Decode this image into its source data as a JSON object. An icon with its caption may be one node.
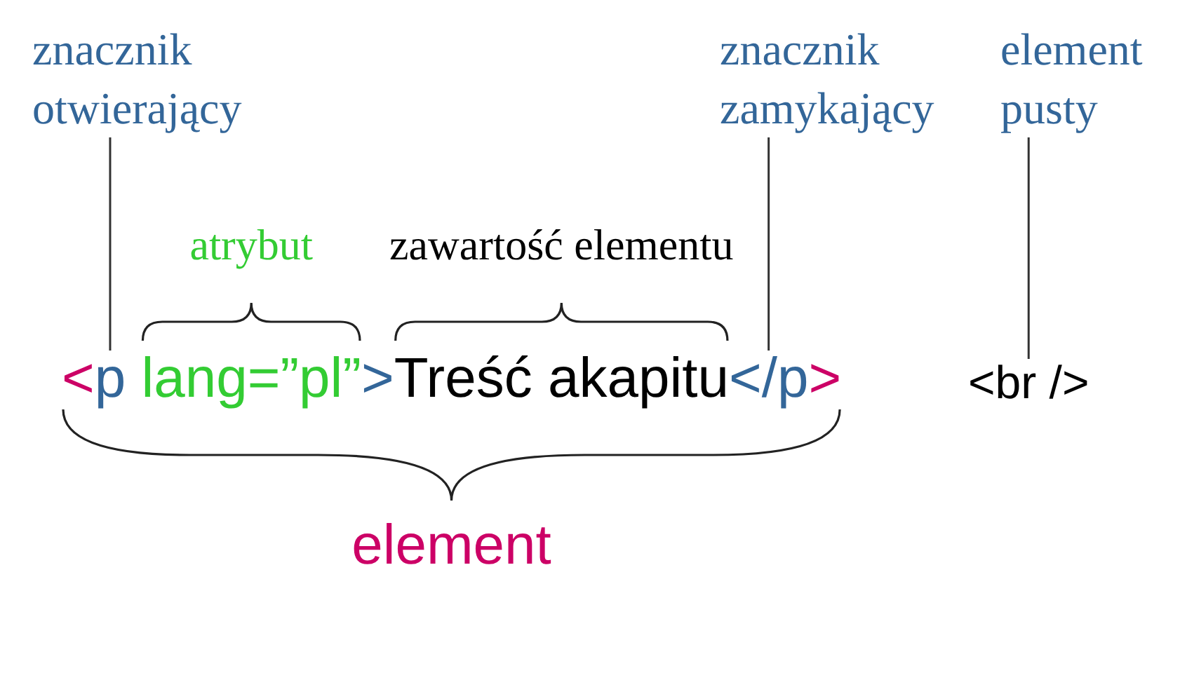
{
  "diagram": {
    "nodes": [
      {
        "text": [
          "znacznik otwierający"
        ]
      },
      {
        "text": [
          "znacznik zamykający"
        ]
      },
      {
        "text": [
          "element pusty"
        ]
      },
      {
        "text": [
          "p"
        ]
      },
      {
        "text": [
          "</p"
        ]
      },
      {
        "text": [
          "<br />"
        ]
      }
    ],
    "edges": [
      {
        "from": 0,
        "to": 3,
        "arrow": "none"
      },
      {
        "from": 1,
        "to": 4,
        "arrow": "none"
      },
      {
        "from": 2,
        "to": 5,
        "arrow": "none"
      }
    ],
    "labels": [
      "atrybut",
      "zawartość elementu",
      "<",
      "lang=”pl”",
      ">",
      "Treść akapitu",
      ">",
      "element"
    ]
  }
}
